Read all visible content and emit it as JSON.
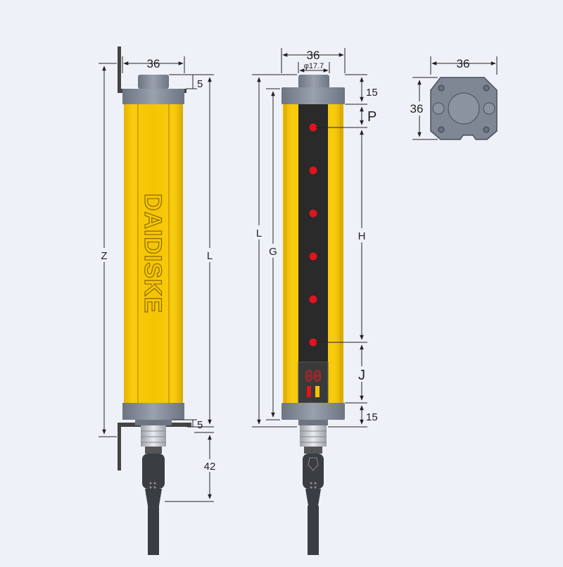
{
  "brand": "DAIDISKE",
  "display_digits": "00",
  "colors": {
    "housing_yellow": "#f5c400",
    "housing_stripe": "#d9a800",
    "end_cap_gray": "#7f8694",
    "lens_black": "#2a2a2a",
    "emitter_red": "#e0141e",
    "background": "#eef1f8"
  },
  "side_view": {
    "width_label": "36",
    "top_gap_label": "5",
    "bottom_gap_label": "5",
    "total_label": "Z",
    "body_label": "L",
    "cable_label": "42"
  },
  "front_view": {
    "width_label": "36",
    "connector_label": "φ17.7",
    "top_margin_label": "15",
    "pitch_label": "P",
    "body_label": "L",
    "inner_label": "G",
    "height_label": "H",
    "bottom_zone_label": "J",
    "bottom_margin_label": "15"
  },
  "top_view": {
    "width_label": "36",
    "height_label": "36"
  }
}
